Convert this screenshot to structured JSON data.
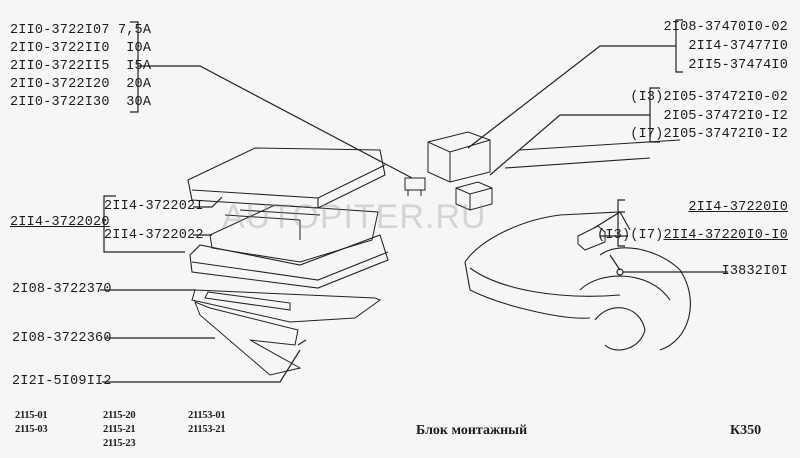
{
  "fuses": [
    {
      "part": "2II0-3722I07",
      "rating": "7,5A"
    },
    {
      "part": "2II0-3722II0",
      "rating": "I0A"
    },
    {
      "part": "2II0-3722II5",
      "rating": "I5A"
    },
    {
      "part": "2II0-3722I20",
      "rating": "20A"
    },
    {
      "part": "2II0-3722I30",
      "rating": "30A"
    }
  ],
  "relays_group1": [
    "2I08-37470I0-02",
    "2II4-37477I0",
    "2II5-37474I0"
  ],
  "relays_group2": [
    "(I3)2I05-37472I0-02",
    "2I05-37472I0-I2",
    "(I7)2I05-37472I0-I2"
  ],
  "left_parts": {
    "assembly": "2II4-3722020",
    "cover": "2II4-372202I",
    "board": "2II4-3722022",
    "gasket": "2I08-3722370",
    "bracket": "2I08-3722360",
    "screw": "2I2I-5I09II2"
  },
  "right_parts": {
    "block": "2II4-37220I0",
    "block_variant_prefix": "(I3)(I7)",
    "block_variant": "2II4-37220I0-I0",
    "nut": "I3832I0I"
  },
  "watermark": "AUTOPITER.RU",
  "footer": {
    "models_col1": [
      "2115-01",
      "2115-03"
    ],
    "models_col2": [
      "2115-20",
      "2115-21",
      "2115-23"
    ],
    "models_col3": [
      "21153-01",
      "21153-21"
    ],
    "title": "Блок монтажный",
    "code": "К350"
  }
}
